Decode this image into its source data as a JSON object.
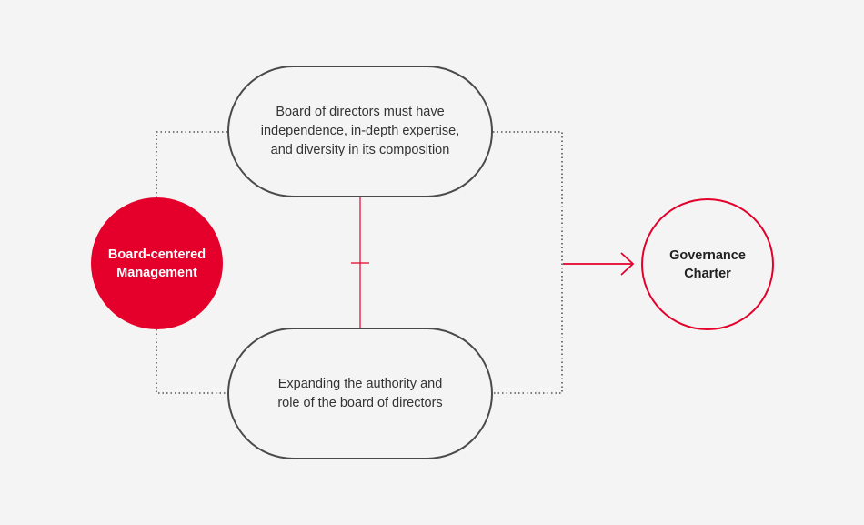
{
  "nodes": {
    "left": {
      "lines": [
        "Board-centered",
        "Management"
      ]
    },
    "top": {
      "lines": [
        "Board of directors must have",
        "independence, in-depth expertise,",
        "and diversity in its composition"
      ]
    },
    "bottom": {
      "lines": [
        "Expanding the authority and",
        "role of the board of directors"
      ]
    },
    "right": {
      "lines": [
        "Governance",
        "Charter"
      ]
    }
  },
  "colors": {
    "accent": "#e4002b",
    "outline": "#4a4a4a",
    "dotted": "#555555",
    "background": "#f4f4f4"
  },
  "icons": [
    "arrow-right-icon",
    "cross-tick-icon"
  ]
}
